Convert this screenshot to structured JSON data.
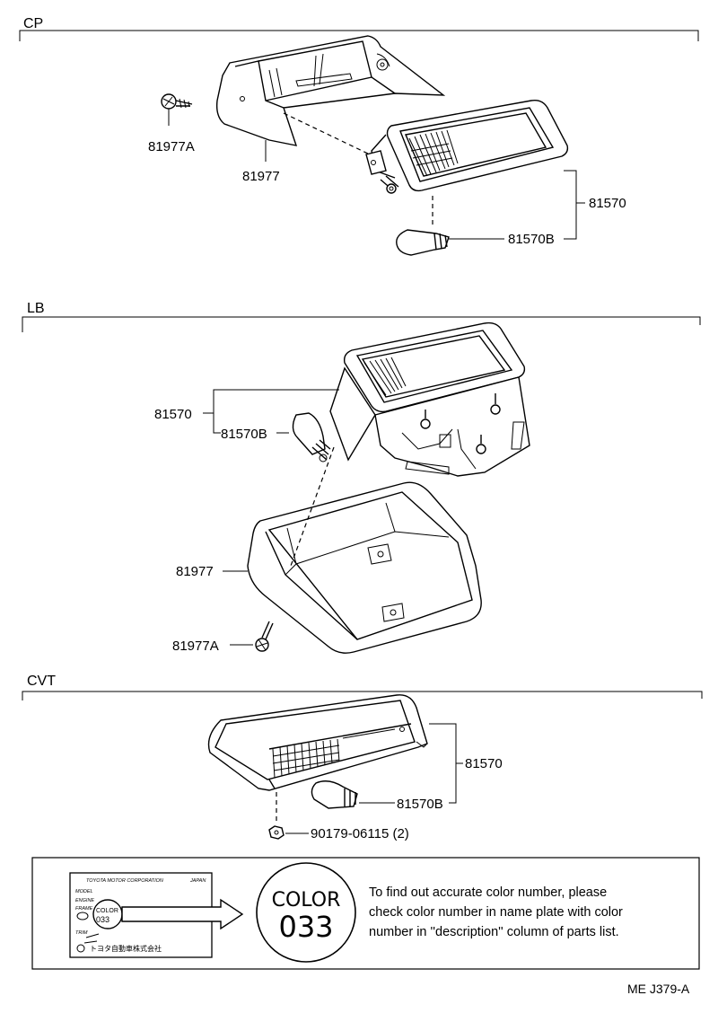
{
  "sections": {
    "cp": {
      "title": "CP",
      "labels": {
        "screw": "81977A",
        "cover": "81977",
        "lamp_assy": "81570",
        "bulb": "81570B"
      }
    },
    "lb": {
      "title": "LB",
      "labels": {
        "lamp_assy": "81570",
        "bulb": "81570B",
        "cover": "81977",
        "screw": "81977A"
      }
    },
    "cvt": {
      "title": "CVT",
      "labels": {
        "lamp_assy": "81570",
        "bulb": "81570B",
        "nut": "90179-06115 (2)"
      }
    }
  },
  "note": {
    "plate": {
      "maker": "TOYOTA MOTOR CORPORATION",
      "country": "JAPAN",
      "fields": [
        "MODEL",
        "ENGINE",
        "FRAME"
      ],
      "color_word": "COLOR",
      "color_code": "033",
      "trim": "TRIM",
      "footer": "トヨタ自動車株式会社"
    },
    "circle": {
      "word": "COLOR",
      "code": "033"
    },
    "text_lines": [
      "To find out accurate color number, please",
      "check color number in name plate with color",
      "number in ''description'' column of parts list."
    ]
  },
  "footer_code": "ME  J379-A"
}
